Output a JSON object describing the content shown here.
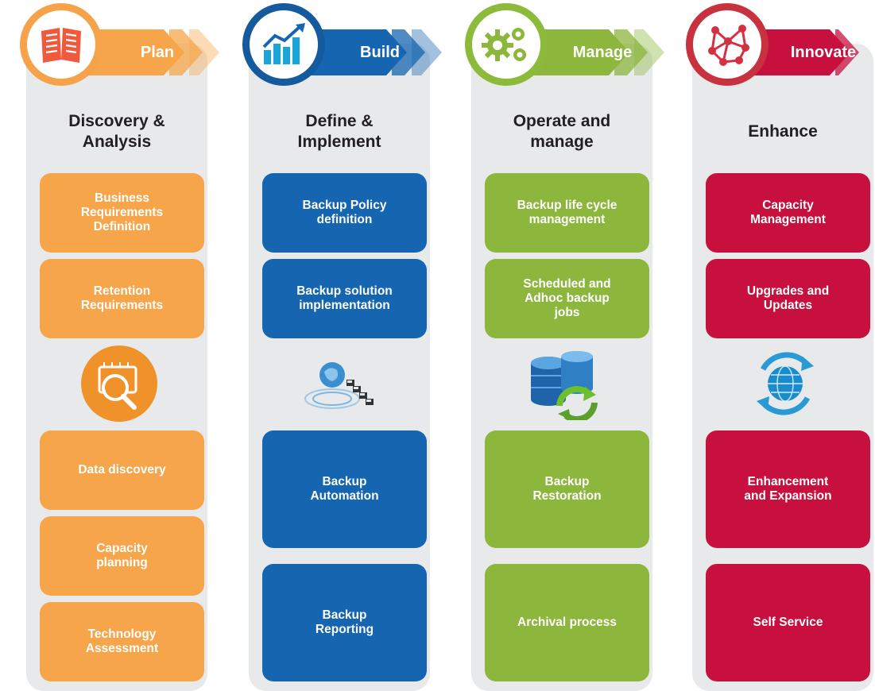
{
  "colors": {
    "plan": "#f7a54a",
    "build": "#1565b0",
    "manage": "#8cb63c",
    "innovate": "#c8103e",
    "plan_ring": "#f5a24b",
    "build_ring": "#15599e",
    "manage_ring": "#8cbb3c",
    "innovate_ring": "#c8323e"
  },
  "columns": [
    {
      "phase": "Plan",
      "title": "Discovery &\nAnalysis",
      "icon": "book-icon",
      "mid_icon": "magnifier-chip-icon",
      "boxes": [
        "Business\nRequirements\nDefinition",
        "Retention\nRequirements",
        "Data discovery",
        "Capacity\nplanning",
        "Technology\nAssessment"
      ]
    },
    {
      "phase": "Build",
      "title": "Define &\nImplement",
      "icon": "growth-chart-icon",
      "mid_icon": "network-globe-icon",
      "boxes": [
        "Backup Policy\ndefinition",
        "Backup solution\nimplementation",
        "Backup\nAutomation",
        "Backup\nReporting"
      ]
    },
    {
      "phase": "Manage",
      "title": "Operate and\nmanage",
      "icon": "gears-icon",
      "mid_icon": "database-sync-icon",
      "boxes": [
        "Backup life cycle\nmanagement",
        "Scheduled and\nAdhoc backup\njobs",
        "Backup\nRestoration",
        "Archival process"
      ]
    },
    {
      "phase": "Innovate",
      "title": "Enhance",
      "icon": "network-nodes-icon",
      "mid_icon": "globe-refresh-icon",
      "boxes": [
        "Capacity\nManagement",
        "Upgrades and\nUpdates",
        "Enhancement\nand Expansion",
        "Self Service"
      ]
    }
  ]
}
